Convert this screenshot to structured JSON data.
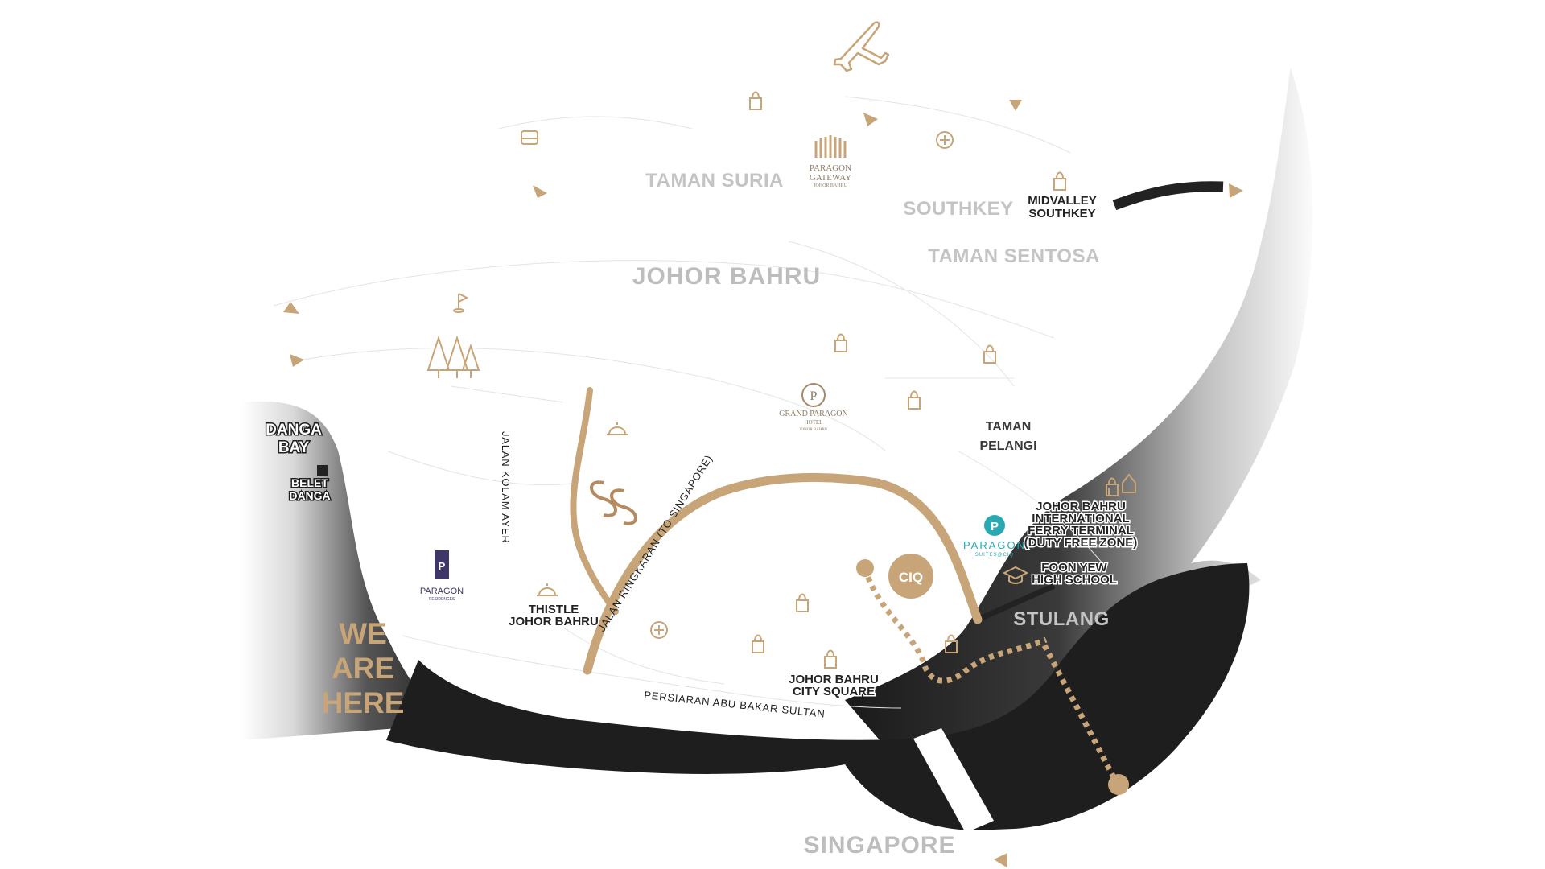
{
  "areas": {
    "taman_suria": "TAMAN SURIA",
    "southkey": "SOUTHKEY",
    "taman_sentosa": "TAMAN SENTOSA",
    "johor_bahru": "JOHOR BAHRU",
    "taman_pelangi_1": "TAMAN",
    "taman_pelangi_2": "PELANGI",
    "stulang": "STULANG",
    "singapore": "SINGAPORE",
    "danga_bay_1": "DANGA",
    "danga_bay_2": "BAY"
  },
  "pois": {
    "midvalley_1": "MIDVALLEY",
    "midvalley_2": "SOUTHKEY",
    "thistle_1": "THISTLE",
    "thistle_2": "JOHOR BAHRU",
    "city_square_1": "JOHOR BAHRU",
    "city_square_2": "CITY SQUARE",
    "ferry_1": "JOHOR BAHRU",
    "ferry_2": "INTERNATIONAL",
    "ferry_3": "FERRY TERMINAL",
    "ferry_4": "(DUTY FREE ZONE)",
    "foon_yew_1": "FOON YEW",
    "foon_yew_2": "HIGH SCHOOL",
    "belet_1": "BELET",
    "belet_2": "DANGA",
    "ciq": "CIQ"
  },
  "roads": {
    "jalan_kolam_ayer": "JALAN KOLAM AYER",
    "jalan_ringkaran": "JALAN RINGKARAN (TO SINGAPORE)",
    "persiaran": "PERSIARAN ABU BAKAR SULTAN"
  },
  "brands": {
    "paragon_gateway_1": "PARAGON",
    "paragon_gateway_2": "GATEWAY",
    "paragon_gateway_3": "JOHOR BAHRU",
    "grand_paragon_1": "GRAND PARAGON",
    "grand_paragon_2": "HOTEL",
    "grand_paragon_3": "JOHOR BAHRU",
    "paragon_suites_1": "PARAGON",
    "paragon_suites_2": "SUITES@CIQ",
    "paragon_residences_1": "PARAGON",
    "paragon_residences_2": "RESIDENCES"
  },
  "we_are_here": [
    "WE",
    "ARE",
    "HERE"
  ],
  "colors": {
    "gold": "#c7a578",
    "dark": "#222222",
    "label_grey": "#c4c4c4",
    "teal": "#2aa9b2",
    "purple": "#3f3866",
    "background": "#ffffff"
  },
  "icons": [
    "airplane-icon",
    "shopping-bag-icon",
    "bus-icon",
    "hospital-icon",
    "golf-flag-icon",
    "trees-icon",
    "cloche-icon",
    "graduation-cap-icon",
    "temple-icon",
    "direction-arrow-icon"
  ]
}
